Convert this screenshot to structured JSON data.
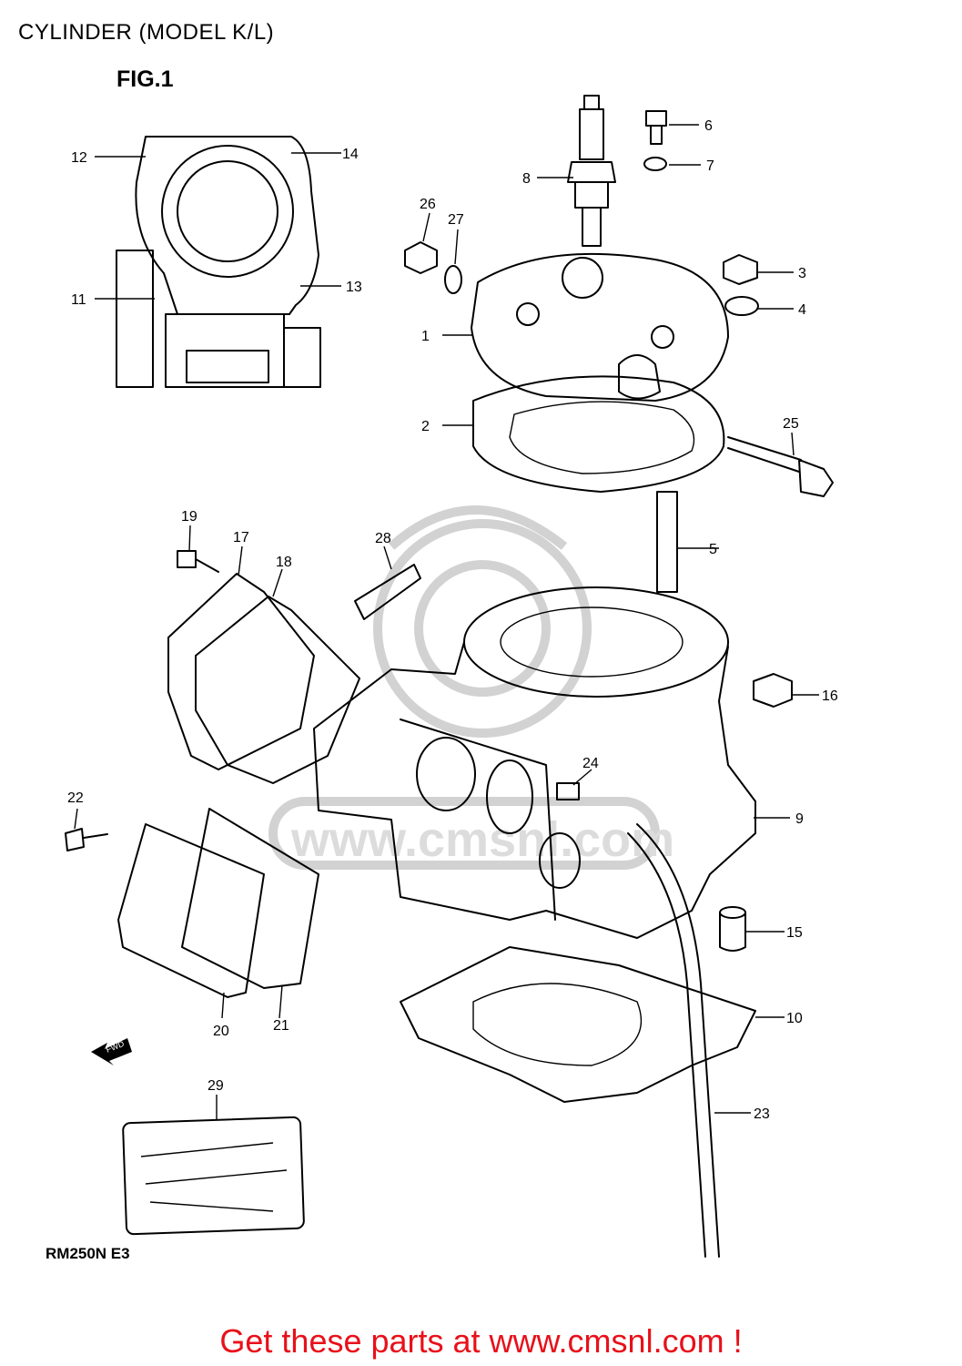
{
  "header": {
    "title": "CYLINDER (MODEL K/L)",
    "figure_label": "FIG.1"
  },
  "footer": {
    "model_code": "RM250N E3",
    "cta_text": "Get these parts at www.cmsnl.com !"
  },
  "watermark": {
    "text": "www.cmsnl.com"
  },
  "fwd_arrow": {
    "label": "FWD"
  },
  "callouts": [
    "1",
    "2",
    "3",
    "4",
    "5",
    "6",
    "7",
    "8",
    "9",
    "10",
    "11",
    "12",
    "13",
    "14",
    "15",
    "16",
    "17",
    "18",
    "19",
    "20",
    "21",
    "22",
    "23",
    "24",
    "25",
    "26",
    "27",
    "28",
    "29"
  ],
  "colors": {
    "link": "#e8101a",
    "watermark": "#d2d2d2",
    "line": "#000000"
  }
}
